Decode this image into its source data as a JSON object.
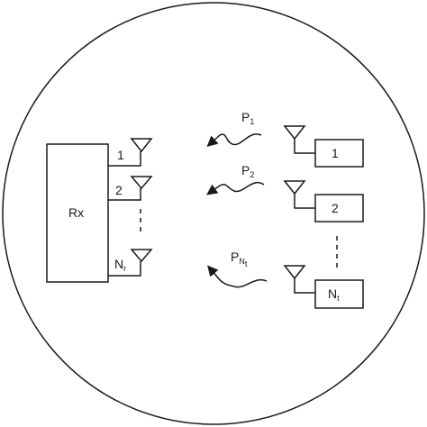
{
  "receiver": {
    "label": "Rx",
    "ports": [
      "1",
      "2",
      "N"
    ],
    "last_port_subscript": "r"
  },
  "transmitters": [
    {
      "label": "1"
    },
    {
      "label": "2"
    },
    {
      "label": "N",
      "subscript": "t"
    }
  ],
  "signals": [
    {
      "label": "P",
      "subscript": "1"
    },
    {
      "label": "P",
      "subscript": "2"
    },
    {
      "label": "P",
      "subscript": "N",
      "sub_subscript": "t"
    }
  ]
}
